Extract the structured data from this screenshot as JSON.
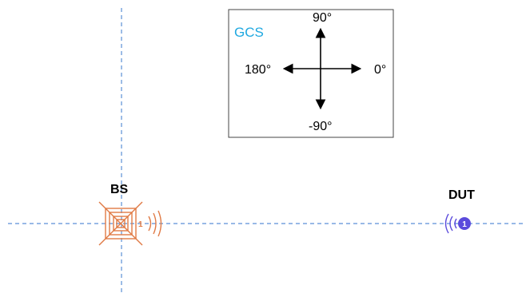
{
  "gcs_box": {
    "title": "GCS",
    "angle_up": "90°",
    "angle_left": "180°",
    "angle_right": "0°",
    "angle_down": "-90°"
  },
  "base_station": {
    "label": "BS",
    "antenna_index": "1",
    "icon": "base-station-array-icon"
  },
  "device": {
    "label": "DUT",
    "antenna_index": "1",
    "icon": "device-antenna-icon"
  },
  "colors": {
    "grid_line": "#5b8fd6",
    "gcs_title": "#1fa8e0",
    "box_border": "#444444",
    "arrows": "#000000",
    "base_station": "#e07a45",
    "device": "#5b4bdc"
  }
}
